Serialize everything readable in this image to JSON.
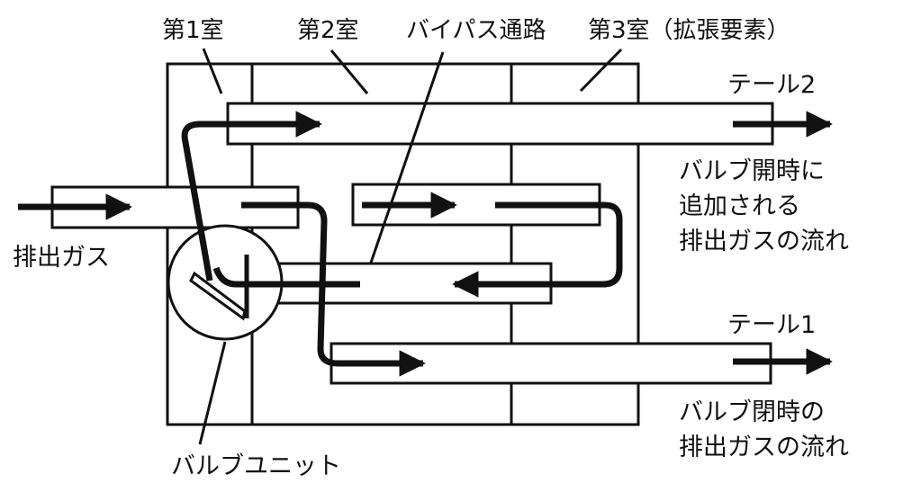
{
  "labels": {
    "chamber1": "第1室",
    "chamber2": "第2室",
    "bypass": "バイパス通路",
    "chamber3": "第3室（拡張要素）",
    "tail2": "テール2",
    "tail1": "テール1",
    "exhaust": "排出ガス",
    "valve_unit": "バルブユニット",
    "valve_open_note": [
      "バルブ開時に",
      "追加される",
      "排出ガスの流れ"
    ],
    "valve_closed_note": [
      "バルブ閉時の",
      "排出ガスの流れ"
    ]
  },
  "colors": {
    "line": "#111111",
    "background": "#ffffff"
  }
}
